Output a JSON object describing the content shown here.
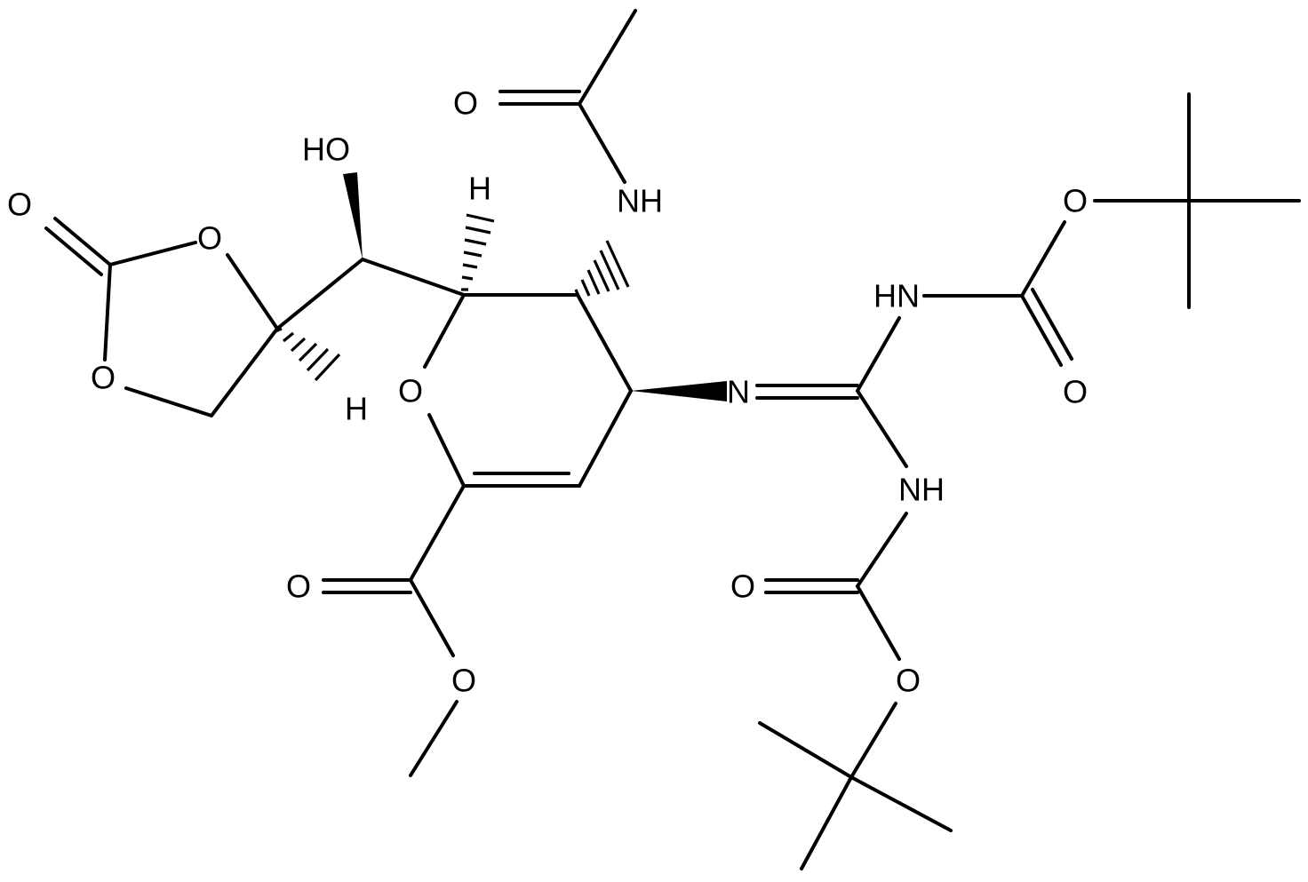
{
  "diagram": {
    "type": "chemical-structure",
    "atom_labels": {
      "acetyl_o": "O",
      "acetamido_nh": "NH",
      "hydroxyl": "HO",
      "h_c6": "H",
      "carbonate_exo_o": "O",
      "carbonate_ring_o_upper": "O",
      "carbonate_ring_o_lower": "O",
      "h_dioxolane": "H",
      "pyran_o": "O",
      "guanidine_n": "N",
      "boc_nh_upper": "HN",
      "boc_o_ether_upper": "O",
      "boc_o_carbonyl_upper": "O",
      "boc_nh_lower": "NH",
      "boc_o_carbonyl_lower": "O",
      "boc_o_ether_lower": "O",
      "ester_o_carbonyl": "O",
      "ester_o_ether": "O"
    }
  }
}
